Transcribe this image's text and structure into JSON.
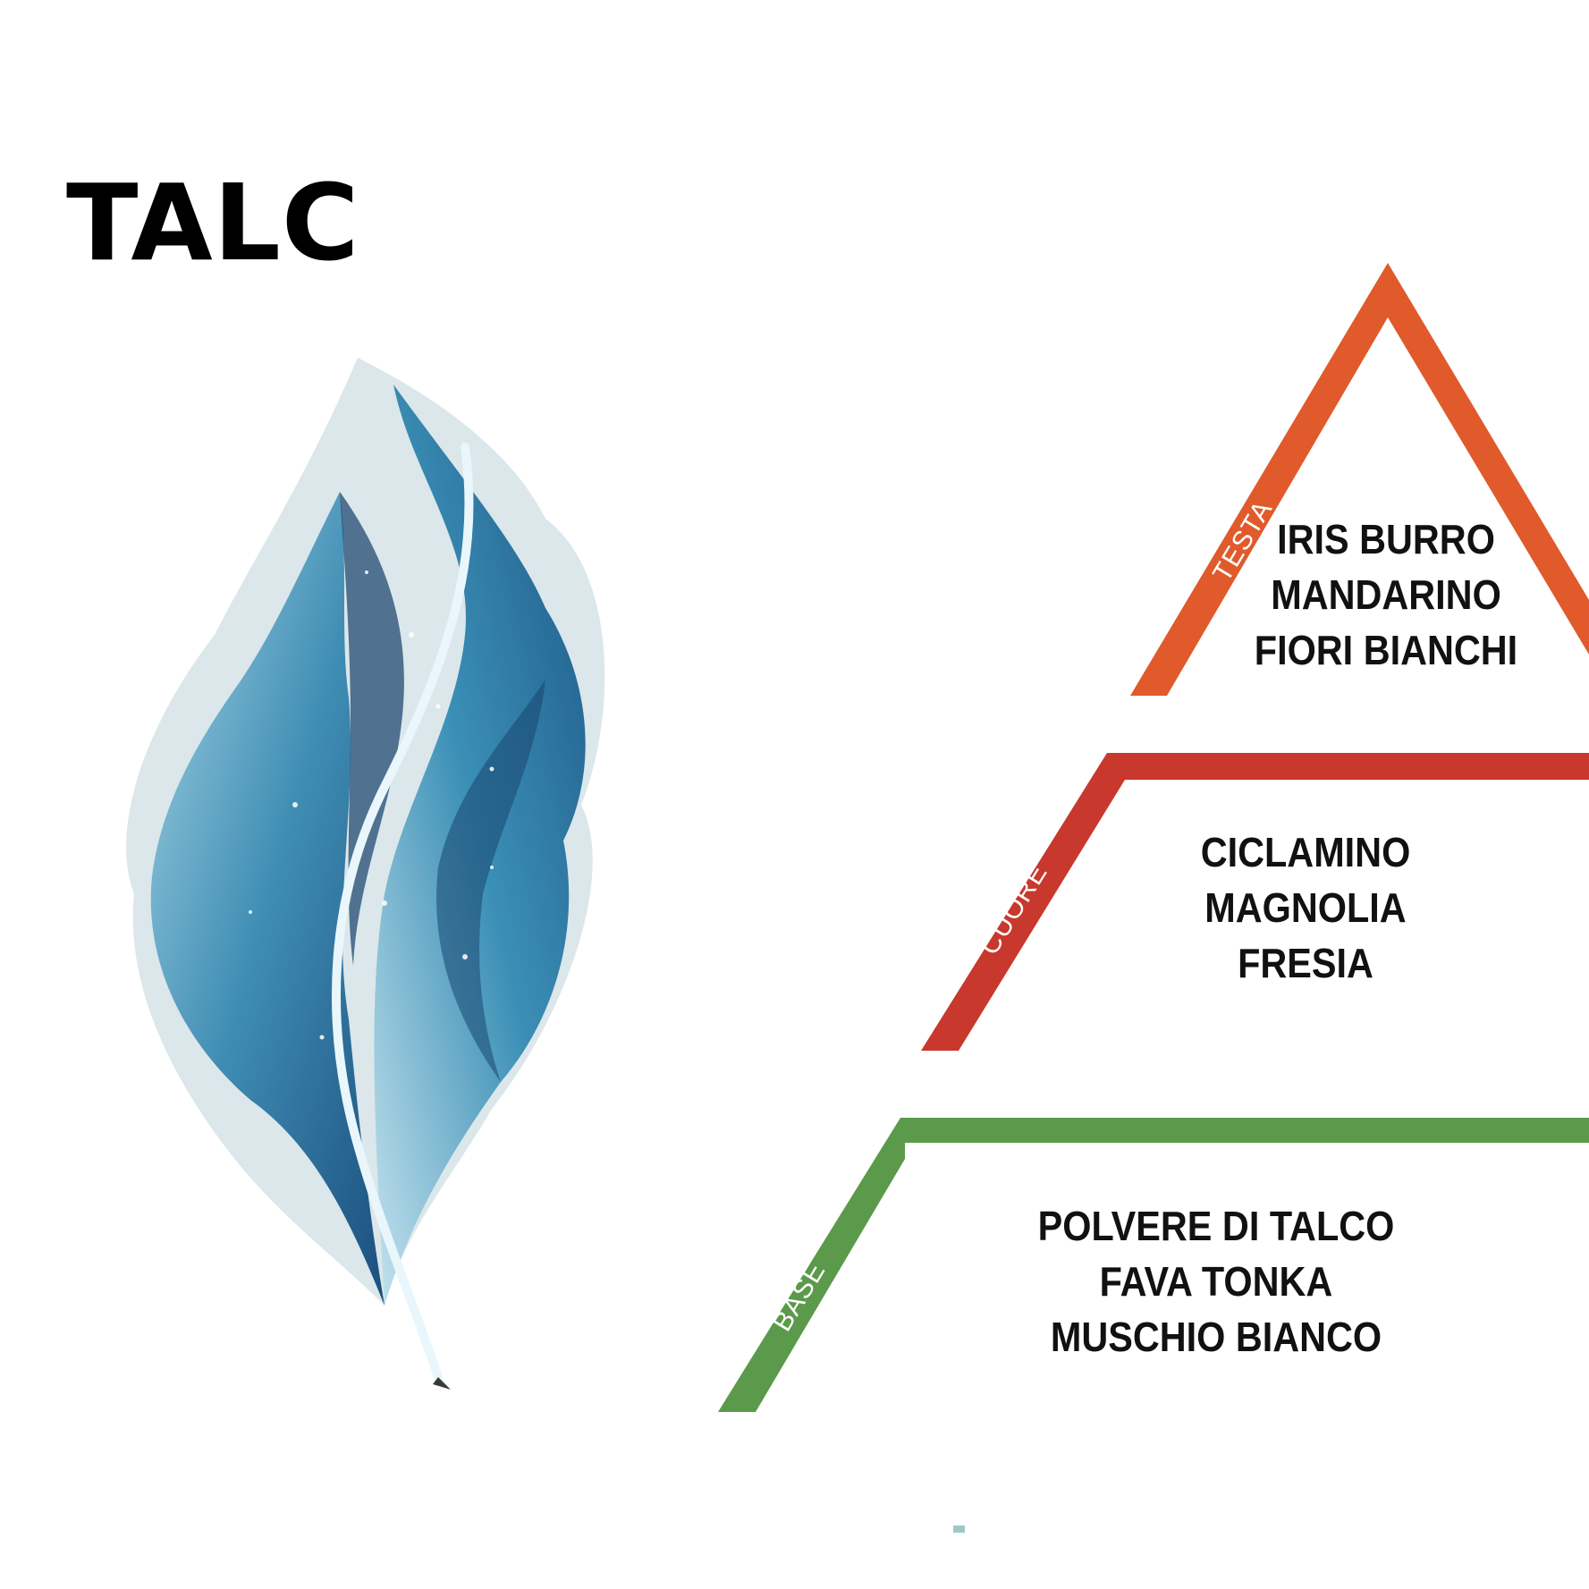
{
  "title": "TALC",
  "illustration": {
    "icon": "feather-icon"
  },
  "pyramid": {
    "top": {
      "label": "TESTA",
      "color": "#e05a2b",
      "notes": [
        "IRIS BURRO",
        "MANDARINO",
        "FIORI BIANCHI"
      ]
    },
    "heart": {
      "label": "CUORE",
      "color": "#c8382d",
      "notes": [
        "CICLAMINO",
        "MAGNOLIA",
        "FRESIA"
      ]
    },
    "base": {
      "label": "BASE",
      "color": "#5a9a4a",
      "notes": [
        "POLVERE DI TALCO",
        "FAVA TONKA",
        "MUSCHIO BIANCO"
      ]
    }
  }
}
